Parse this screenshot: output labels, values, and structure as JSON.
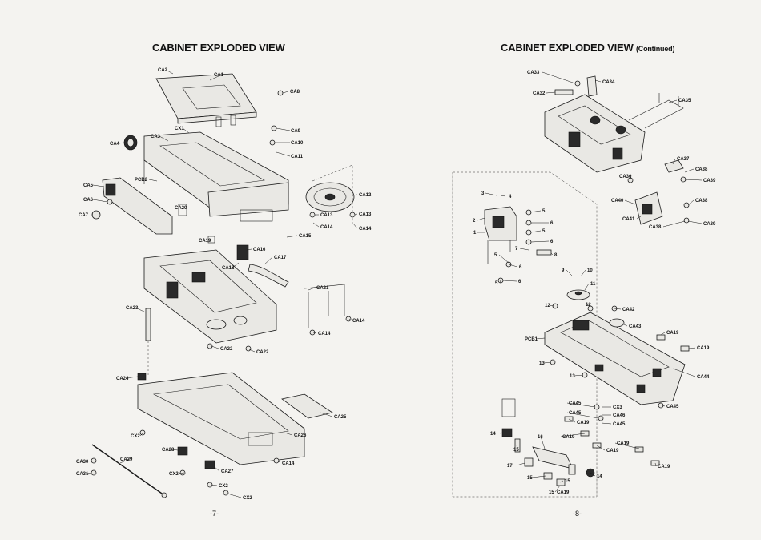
{
  "left_page": {
    "title": "CABINET EXPLODED VIEW",
    "page_number": "-7-",
    "labels": [
      "CA2",
      "CA1",
      "CA8",
      "CX1",
      "CA9",
      "CA3",
      "CA10",
      "CA4",
      "CA11",
      "PCB2",
      "CA5",
      "CA6",
      "CA20",
      "CA12",
      "CA7",
      "CA13",
      "CA13",
      "CA14",
      "CA14",
      "CA19",
      "CA15",
      "CA16",
      "CA17",
      "CA18",
      "CA21",
      "CA23",
      "CA14",
      "CA14",
      "CA22",
      "CA22",
      "CA24",
      "CA25",
      "CX2",
      "CA26",
      "CA28",
      "CA30",
      "CA29",
      "CA14",
      "CA27",
      "CA31",
      "CX2",
      "CX2",
      "CX2"
    ]
  },
  "right_page": {
    "title": "CABINET EXPLODED VIEW",
    "title_suffix": "(Continued)",
    "page_number": "-8-",
    "labels": [
      "CA33",
      "CA34",
      "CA32",
      "CA35",
      "CA37",
      "CA38",
      "CA36",
      "CA39",
      "CA40",
      "CA38",
      "CA41",
      "CA38",
      "CA39",
      "3",
      "4",
      "5",
      "2",
      "6",
      "1",
      "5",
      "6",
      "7",
      "8",
      "5",
      "6",
      "9",
      "10",
      "5",
      "6",
      "11",
      "12",
      "12",
      "CA42",
      "CA43",
      "CA19",
      "PCB1",
      "CA19",
      "13",
      "13",
      "CA44",
      "CA45",
      "CX3",
      "CA45",
      "CA46",
      "CA45",
      "CA19",
      "CA45",
      "14",
      "16",
      "CA19",
      "CA19",
      "15",
      "CA19",
      "CA19",
      "17",
      "15",
      "15",
      "14",
      "CA19",
      "15"
    ]
  }
}
